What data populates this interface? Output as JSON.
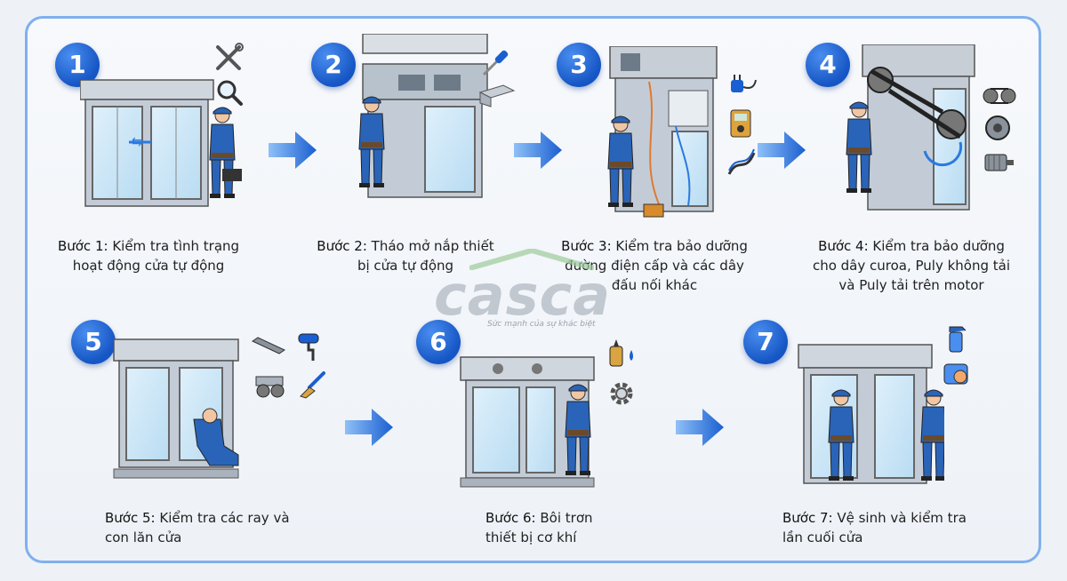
{
  "steps": [
    {
      "num": "1",
      "label": "Bước 1:",
      "line1": " Kiểm tra tình trạng",
      "line2": "hoạt động cửa tự động",
      "line3": ""
    },
    {
      "num": "2",
      "label": "Bước 2:",
      "line1": " Tháo mở nắp thiết",
      "line2": "bị cửa tự động",
      "line3": ""
    },
    {
      "num": "3",
      "label": "Bước 3:",
      "line1": " Kiểm tra bảo dưỡng",
      "line2": "đường điện cấp và các dây",
      "line3": "đấu nối khác"
    },
    {
      "num": "4",
      "label": "Bước 4:",
      "line1": " Kiểm tra bảo dưỡng",
      "line2": "cho dây curoa, Puly không tải",
      "line3": "và Puly tải trên motor"
    },
    {
      "num": "5",
      "label": "Bước 5:",
      "line1": " Kiểm tra các ray và",
      "line2": "con lăn cửa",
      "line3": ""
    },
    {
      "num": "6",
      "label": "Bước 6:",
      "line1": " Bôi trơn",
      "line2": "thiết bị cơ khí",
      "line3": ""
    },
    {
      "num": "7",
      "label": "Bước 7:",
      "line1": " Vệ sinh và kiểm tra",
      "line2": "lần cuối cửa",
      "line3": ""
    }
  ],
  "watermark": {
    "brand": "casca",
    "tagline": "Sức mạnh của sự khác biệt"
  },
  "colors": {
    "accent": "#1a5fd1",
    "frame": "#7fb0ee",
    "worker": "#2a64b8"
  }
}
